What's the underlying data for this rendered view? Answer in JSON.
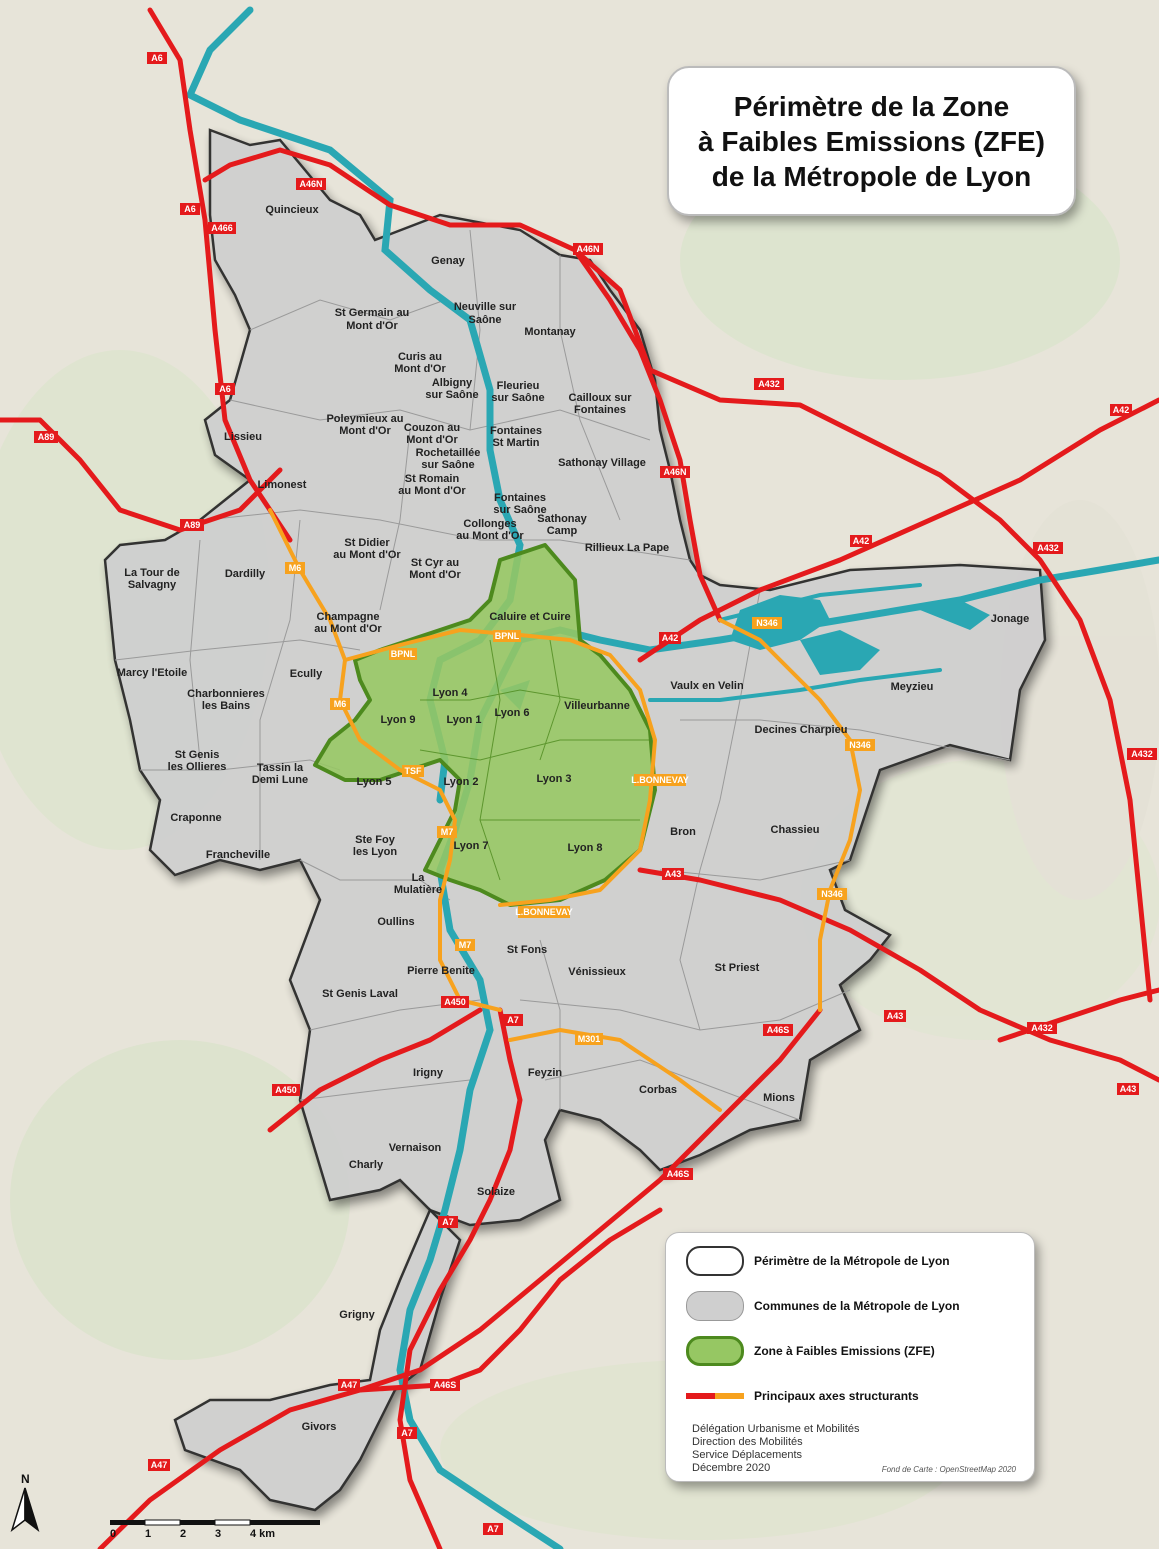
{
  "title": {
    "line1": "Périmètre de la Zone",
    "line2": "à Faibles Emissions (ZFE)",
    "line3": "de la Métropole de Lyon"
  },
  "legend": {
    "perimeter": "Périmètre de la Métropole de Lyon",
    "communes": "Communes de la Métropole de Lyon",
    "zfe": "Zone à Faibles Emissions (ZFE)",
    "roads": "Principaux axes structurants"
  },
  "credits": {
    "line1": "Délégation Urbanisme et Mobilités",
    "line2": "Direction des Mobilités",
    "line3": "Service Déplacements",
    "line4": "Décembre 2020",
    "source": "Fond de Carte : OpenStreetMap 2020"
  },
  "north": "N",
  "scale": {
    "labels": [
      "0",
      "1",
      "2",
      "3",
      "4 km"
    ]
  },
  "colors": {
    "zfe_fill": "#96c763",
    "zfe_border": "#4d8a1e",
    "commune_fill": "#cfcfcf",
    "main_road": "#e41a1c",
    "secondary_road": "#f7a21e",
    "river": "#2aa7b3"
  },
  "communes": {
    "quincieux": "Quincieux",
    "genay": "Genay",
    "st_germain_1": "St Germain au",
    "st_germain_2": "Mont d'Or",
    "neuville_1": "Neuville sur",
    "neuville_2": "Saône",
    "montanay": "Montanay",
    "curis_1": "Curis au",
    "curis_2": "Mont d'Or",
    "albigny_1": "Albigny",
    "albigny_2": "sur Saône",
    "fleurieu_1": "Fleurieu",
    "fleurieu_2": "sur Saône",
    "cailloux_1": "Cailloux sur",
    "cailloux_2": "Fontaines",
    "lissieu": "Lissieu",
    "poleymieux_1": "Poleymieux au",
    "poleymieux_2": "Mont d'Or",
    "couzon_1": "Couzon au",
    "couzon_2": "Mont d'Or",
    "fontaines_st_martin_1": "Fontaines",
    "fontaines_st_martin_2": "St Martin",
    "rochetaillee_1": "Rochetaillée",
    "rochetaillee_2": "sur Saône",
    "sathonay_village": "Sathonay Village",
    "limonest": "Limonest",
    "st_romain_1": "St Romain",
    "st_romain_2": "au Mont d'Or",
    "fontaines_saone_1": "Fontaines",
    "fontaines_saone_2": "sur Saône",
    "collonges_1": "Collonges",
    "collonges_2": "au Mont d'Or",
    "sathonay_camp_1": "Sathonay",
    "sathonay_camp_2": "Camp",
    "rillieux": "Rillieux La Pape",
    "la_tour_1": "La Tour de",
    "la_tour_2": "Salvagny",
    "dardilly": "Dardilly",
    "st_didier_1": "St Didier",
    "st_didier_2": "au Mont d'Or",
    "st_cyr_1": "St Cyr au",
    "st_cyr_2": "Mont d'Or",
    "caluire": "Caluire et Cuire",
    "champagne_1": "Champagne",
    "champagne_2": "au Mont d'Or",
    "jonage": "Jonage",
    "marcy": "Marcy l'Etoile",
    "ecully": "Ecully",
    "lyon4": "Lyon 4",
    "vaulx": "Vaulx en Velin",
    "meyzieu": "Meyzieu",
    "charbonnieres_1": "Charbonnieres",
    "charbonnieres_2": "les Bains",
    "lyon9": "Lyon 9",
    "lyon1": "Lyon 1",
    "lyon6": "Lyon 6",
    "villeurbanne": "Villeurbanne",
    "decines": "Decines Charpieu",
    "st_genis_ollieres_1": "St Genis",
    "st_genis_ollieres_2": "les Ollieres",
    "tassin_1": "Tassin la",
    "tassin_2": "Demi Lune",
    "lyon5": "Lyon 5",
    "lyon2": "Lyon 2",
    "lyon3": "Lyon 3",
    "craponne": "Craponne",
    "bron": "Bron",
    "chassieu": "Chassieu",
    "ste_foy_1": "Ste Foy",
    "ste_foy_2": "les Lyon",
    "lyon7": "Lyon 7",
    "lyon8": "Lyon 8",
    "francheville": "Francheville",
    "la_mulatiere_1": "La",
    "la_mulatiere_2": "Mulatière",
    "oullins": "Oullins",
    "st_fons": "St Fons",
    "pierre_benite": "Pierre Benite",
    "venissieux": "Vénissieux",
    "st_priest": "St Priest",
    "st_genis_laval": "St Genis Laval",
    "irigny": "Irigny",
    "feyzin": "Feyzin",
    "corbas": "Corbas",
    "mions": "Mions",
    "vernaison": "Vernaison",
    "charly": "Charly",
    "solaize": "Solaize",
    "grigny": "Grigny",
    "givors": "Givors"
  },
  "roads": {
    "a6_1": "A6",
    "a6_2": "A6",
    "a6_3": "A6",
    "a466": "A466",
    "a46n_1": "A46N",
    "a46n_2": "A46N",
    "a46n_3": "A46N",
    "a432_1": "A432",
    "a432_2": "A432",
    "a432_3": "A432",
    "a432_4": "A432",
    "a42_1": "A42",
    "a42_2": "A42",
    "a42_3": "A42",
    "a89_1": "A89",
    "a89_2": "A89",
    "m6_1": "M6",
    "m6_2": "M6",
    "bpnl_1": "BPNL",
    "bpnl_2": "BPNL",
    "n346_1": "N346",
    "n346_2": "N346",
    "n346_3": "N346",
    "tsf": "TSF",
    "lbonnevay_1": "L.BONNEVAY",
    "lbonnevay_2": "L.BONNEVAY",
    "m7_1": "M7",
    "m7_2": "M7",
    "a43_1": "A43",
    "a43_2": "A43",
    "a43_3": "A43",
    "a450_1": "A450",
    "a450_2": "A450",
    "a7_1": "A7",
    "a7_2": "A7",
    "a7_3": "A7",
    "a7_4": "A7",
    "m301": "M301",
    "a46s_1": "A46S",
    "a46s_2": "A46S",
    "a46s_3": "A46S",
    "a47_1": "A47",
    "a47_2": "A47"
  }
}
